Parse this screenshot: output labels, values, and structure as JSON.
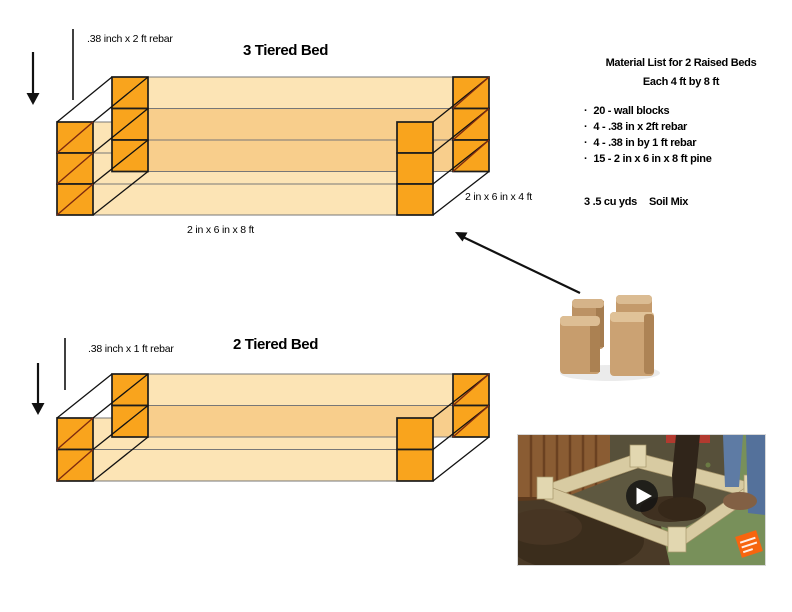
{
  "colors": {
    "block_orange": "#F9A41D",
    "plank_light": "#FCE4B5",
    "plank_shaded": "#F8CE8C",
    "diagonal_red": "#7E2A0E",
    "wall_block_tan": "#C79D6D",
    "brand_orange": "#F7650F"
  },
  "icons": {
    "down_arrow": "↓",
    "pointer_arrow": "↖",
    "play_button": "▶"
  },
  "diagram_3_tier": {
    "title": "3 Tiered Bed",
    "rebar_label": ".38 inch x 2 ft rebar",
    "end_board_label": "2 in x 6 in x 4 ft",
    "front_board_label": "2 in x 6 in x 8 ft"
  },
  "diagram_2_tier": {
    "title": "2 Tiered Bed",
    "rebar_label": ".38 inch x 1 ft rebar"
  },
  "material_list": {
    "heading_line1": "Material List for 2 Raised Beds",
    "heading_line2": "Each 4 ft by 8 ft",
    "items": [
      "20 - wall blocks",
      "4 - .38 in x 2ft rebar",
      "4 - .38 in by 1 ft rebar",
      "15 - 2 in x 6 in x 8 ft pine"
    ],
    "soil_note": {
      "quantity": "3 .5 cu yds",
      "label": "Soil Mix"
    }
  }
}
